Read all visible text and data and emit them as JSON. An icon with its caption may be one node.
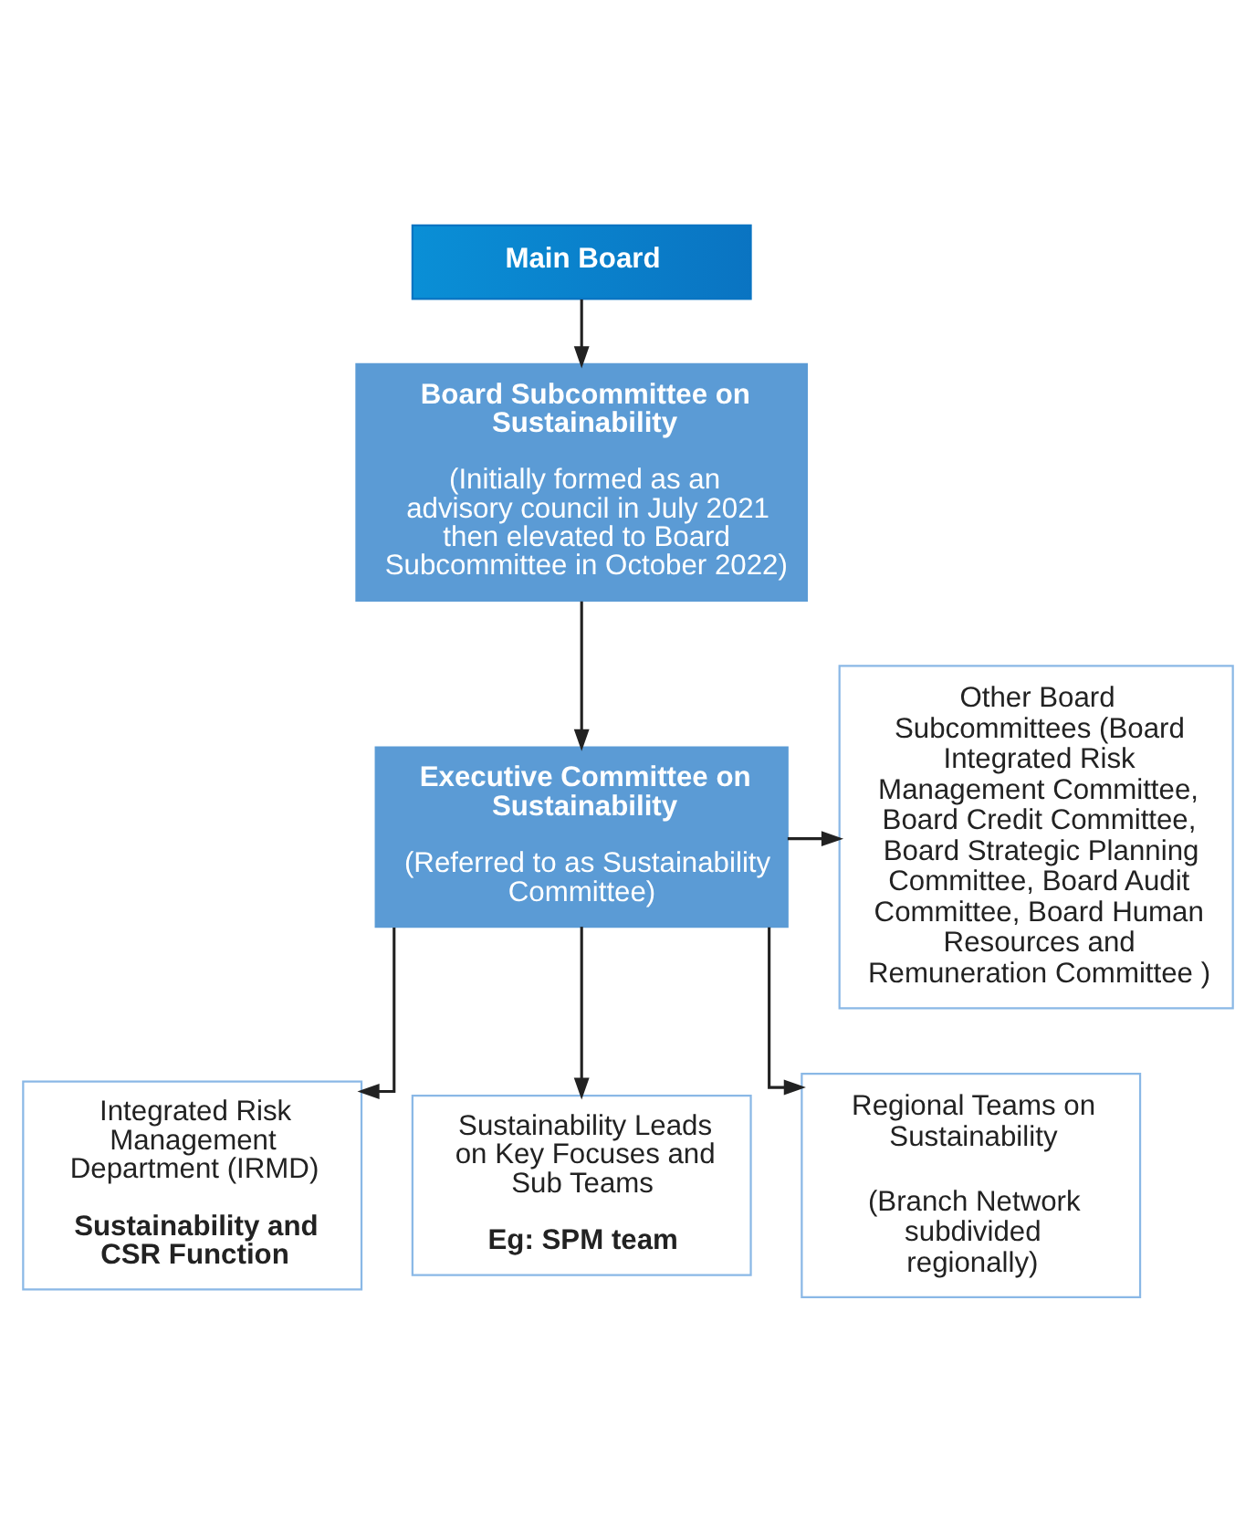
{
  "diagram": {
    "nodes": [
      {
        "text": [
          "Main Board"
        ]
      },
      {
        "text": [
          "Board Subcommittee on Sustainability",
          "(Initially formed as an advisory council in July 2021 then elevated to Board Subcommittee in October 2022)"
        ]
      },
      {
        "text": [
          "Other Board Subcommittees (Board Integrated Risk Management Committee, Board Credit Committee, Board Strategic Planning Committee, Board Audit Committee, Board Human Resources and Remuneration Committee )"
        ]
      },
      {
        "text": [
          "Executive Committee on Sustainability",
          "(Referred to as Sustainability Committee)"
        ]
      },
      {
        "text": [
          "Integrated Risk Management Department (IRMD)",
          "Sustainability and CSR Function"
        ]
      },
      {
        "text": [
          "Sustainability Leads on Key Focuses and Sub Teams",
          "Eg: SPM team"
        ]
      },
      {
        "text": [
          "Regional Teams on Sustainability",
          "(Branch Network subdivided regionally)"
        ]
      }
    ],
    "edges": [
      {
        "from": 0,
        "to": 1,
        "arrow": "to"
      },
      {
        "from": 1,
        "to": 3,
        "arrow": "to"
      },
      {
        "from": 3,
        "to": 2,
        "arrow": "to"
      },
      {
        "from": 3,
        "to": 4,
        "arrow": "to"
      },
      {
        "from": 3,
        "to": 5,
        "arrow": "to"
      },
      {
        "from": 3,
        "to": 6,
        "arrow": "to"
      }
    ]
  }
}
